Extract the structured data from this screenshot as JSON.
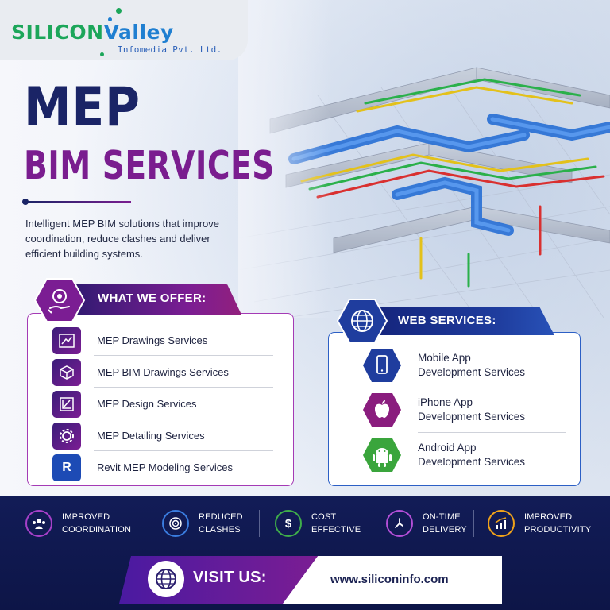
{
  "logo": {
    "word_1": "SILICON",
    "word_2": "Valley",
    "subtitle": "Infomedia Pvt. Ltd."
  },
  "headline": {
    "line_1": "MEP",
    "line_2": "BIM SERVICES"
  },
  "tagline": "Intelligent MEP BIM solutions that improve coordination, reduce clashes and deliver efficient building systems.",
  "offer": {
    "heading": "WHAT WE OFFER:",
    "icon": "gear-hand-icon",
    "items": [
      {
        "label": "MEP Drawings Services",
        "icon": "drawing-icon"
      },
      {
        "label": "MEP BIM Drawings Services",
        "icon": "cube-icon"
      },
      {
        "label": "MEP Design Services",
        "icon": "design-icon"
      },
      {
        "label": "MEP Detailing Services",
        "icon": "gear-icon"
      },
      {
        "label": "Revit MEP Modeling Services",
        "icon": "revit-r-icon",
        "glyph": "R"
      }
    ]
  },
  "web": {
    "heading": "WEB SERVICES:",
    "icon": "globe-icon",
    "items": [
      {
        "line_1": "Mobile App",
        "line_2": "Development Services",
        "icon": "smartphone-icon"
      },
      {
        "line_1": "iPhone App",
        "line_2": "Development Services",
        "icon": "apple-icon"
      },
      {
        "line_1": "Android App",
        "line_2": "Development Services",
        "icon": "android-icon"
      }
    ]
  },
  "benefits": [
    {
      "line_1": "IMPROVED",
      "line_2": "COORDINATION",
      "icon": "team-icon"
    },
    {
      "line_1": "REDUCED",
      "line_2": "CLASHES",
      "icon": "target-icon"
    },
    {
      "line_1": "COST",
      "line_2": "EFFECTIVE",
      "icon": "dollar-cycle-icon"
    },
    {
      "line_1": "ON-TIME",
      "line_2": "DELIVERY",
      "icon": "clock-icon"
    },
    {
      "line_1": "IMPROVED",
      "line_2": "PRODUCTIVITY",
      "icon": "growth-chart-icon"
    }
  ],
  "visit": {
    "label": "VISIT US:",
    "url": "www.siliconinfo.com"
  },
  "colors": {
    "navy": "#1a2466",
    "purple": "#7a1d8f",
    "band": "#121c57",
    "accent_blue": "#2c5fc5"
  }
}
